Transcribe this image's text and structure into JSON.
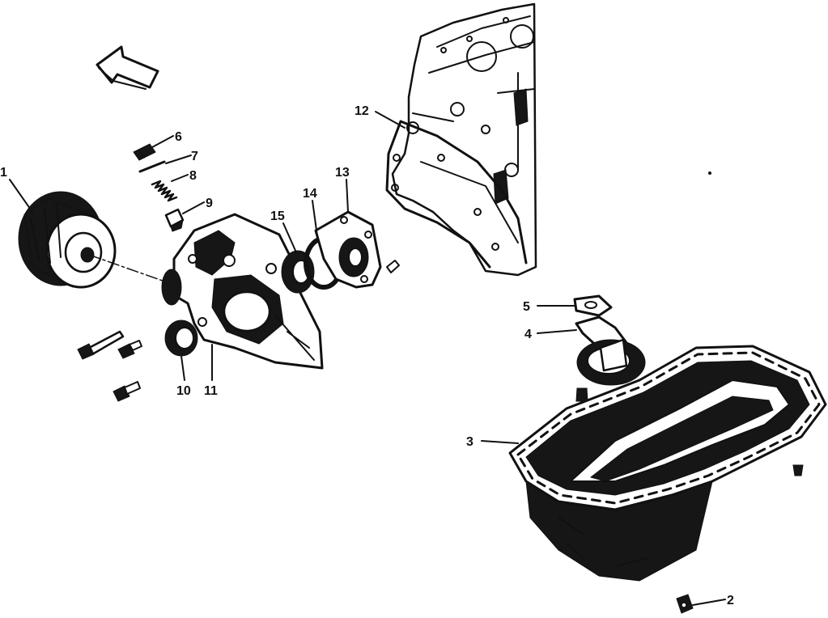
{
  "diagram": {
    "callouts": [
      {
        "id": "c1",
        "text": "1"
      },
      {
        "id": "c2",
        "text": "2"
      },
      {
        "id": "c3",
        "text": "3"
      },
      {
        "id": "c4",
        "text": "4"
      },
      {
        "id": "c5",
        "text": "5"
      },
      {
        "id": "c6",
        "text": "6"
      },
      {
        "id": "c7",
        "text": "7"
      },
      {
        "id": "c8",
        "text": "8"
      },
      {
        "id": "c9",
        "text": "9"
      },
      {
        "id": "c10",
        "text": "10"
      },
      {
        "id": "c11",
        "text": "11"
      },
      {
        "id": "c12",
        "text": "12"
      },
      {
        "id": "c13",
        "text": "13"
      },
      {
        "id": "c14",
        "text": "14"
      },
      {
        "id": "c15",
        "text": "15"
      }
    ]
  }
}
